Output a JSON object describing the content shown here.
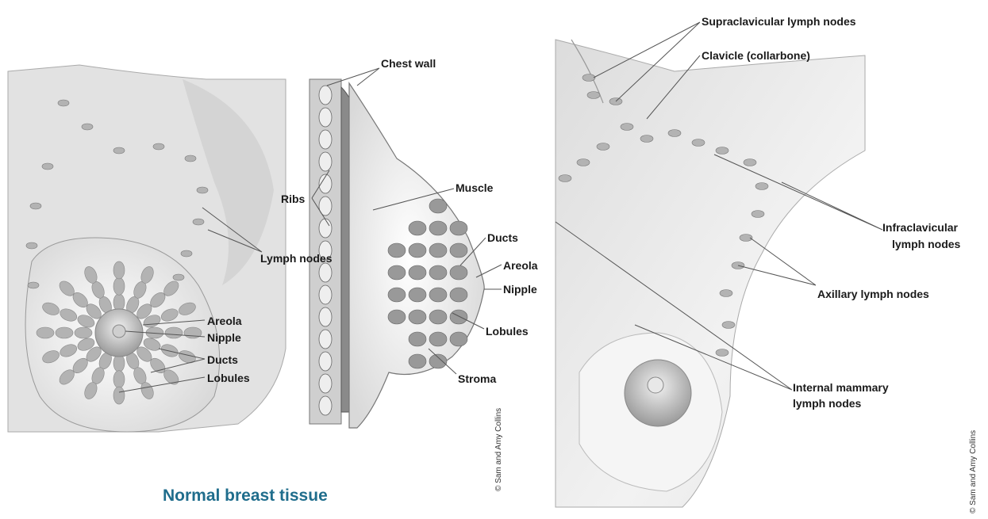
{
  "labels": {
    "chest_wall": "Chest wall",
    "muscle": "Muscle",
    "ribs": "Ribs",
    "ducts_right": "Ducts",
    "areola_right": "Areola",
    "nipple_right": "Nipple",
    "lymph_nodes": "Lymph nodes",
    "lobules_right": "Lobules",
    "areola_left": "Areola",
    "nipple_left": "Nipple",
    "ducts_left": "Ducts",
    "lobules_left": "Lobules",
    "stroma": "Stroma",
    "supraclavicular": "Supraclavicular lymph nodes",
    "clavicle": "Clavicle (collarbone)",
    "infraclavicular_1": "Infraclavicular",
    "infraclavicular_2": "lymph nodes",
    "axillary": "Axillary lymph nodes",
    "internal_mammary_1": "Internal mammary",
    "internal_mammary_2": "lymph nodes"
  },
  "caption": "Normal breast tissue",
  "credits": {
    "left": "© Sam and Amy Collins",
    "right": "© Sam and Amy Collins"
  },
  "colors": {
    "caption": "#1f6d8c",
    "shading": "#e6e6e6",
    "node": "#b3b3b3",
    "line": "#555555"
  }
}
